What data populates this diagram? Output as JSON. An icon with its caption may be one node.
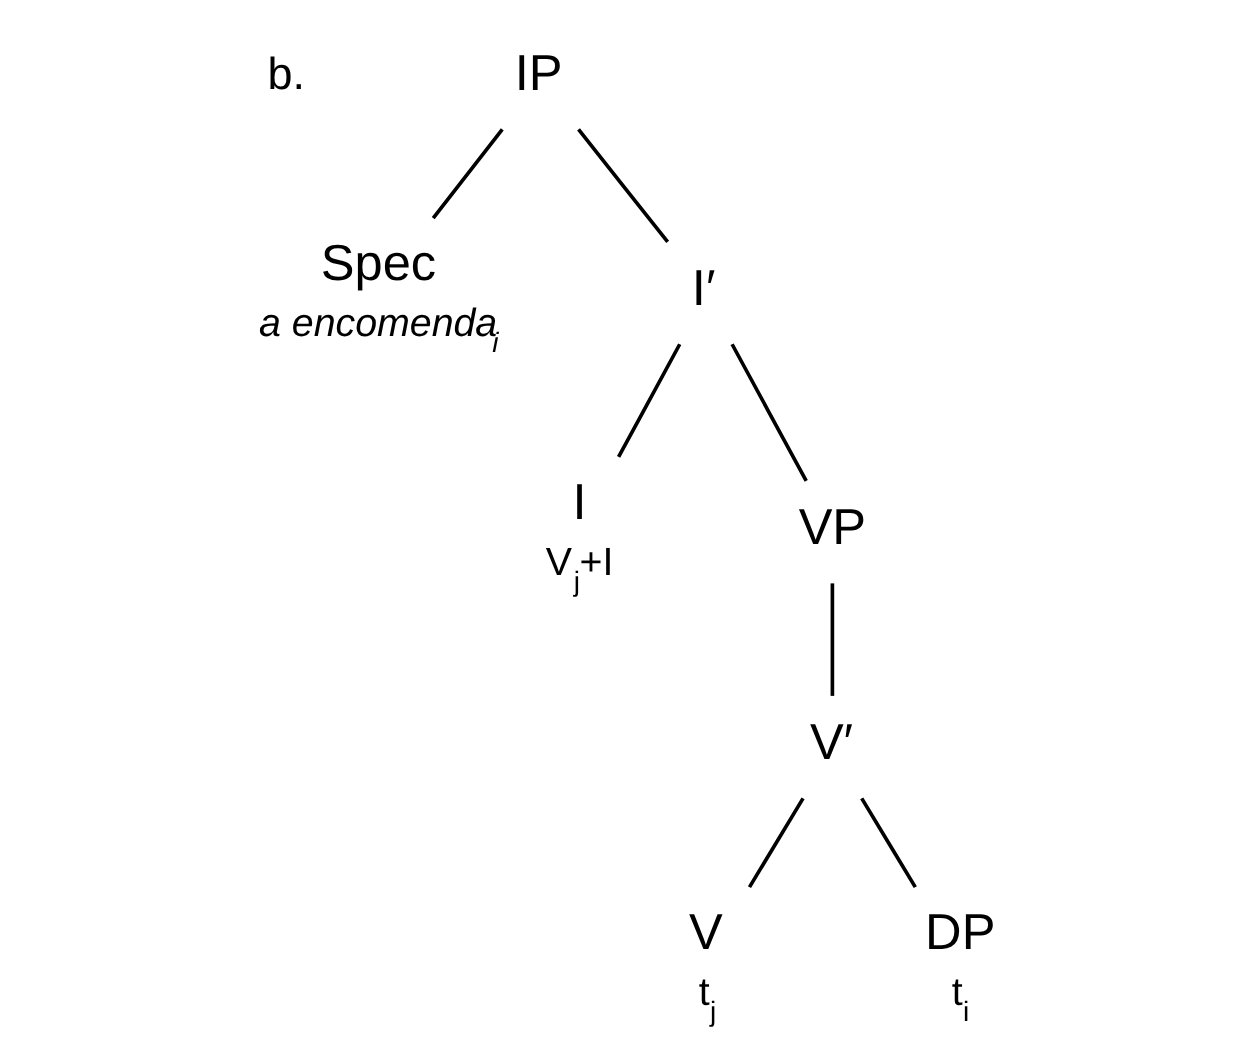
{
  "diagram": {
    "nodes": [
      {
        "text": [
          "IP"
        ]
      },
      {
        "text": [
          "Spec"
        ],
        "beside": [
          "a encomenda$_{i}$"
        ]
      },
      {
        "text": [
          "I′"
        ]
      },
      {
        "text": [
          "I"
        ],
        "beside": [
          "V$_{j}$+I"
        ]
      },
      {
        "text": [
          "VP"
        ]
      },
      {
        "text": [
          "V′"
        ]
      },
      {
        "text": [
          "V"
        ],
        "beside": [
          "t$_{j}$"
        ]
      },
      {
        "text": [
          "DP"
        ],
        "beside": [
          "t$_{i}$"
        ]
      }
    ],
    "edges": [
      {
        "from": 0,
        "to": 1,
        "arrow": "none"
      },
      {
        "from": 0,
        "to": 2,
        "arrow": "none"
      },
      {
        "from": 2,
        "to": 3,
        "arrow": "none"
      },
      {
        "from": 2,
        "to": 4,
        "arrow": "none"
      },
      {
        "from": 4,
        "to": 5,
        "arrow": "none"
      },
      {
        "from": 5,
        "to": 6,
        "arrow": "none"
      },
      {
        "from": 5,
        "to": 7,
        "arrow": "none"
      }
    ],
    "labels": [
      "b."
    ]
  }
}
